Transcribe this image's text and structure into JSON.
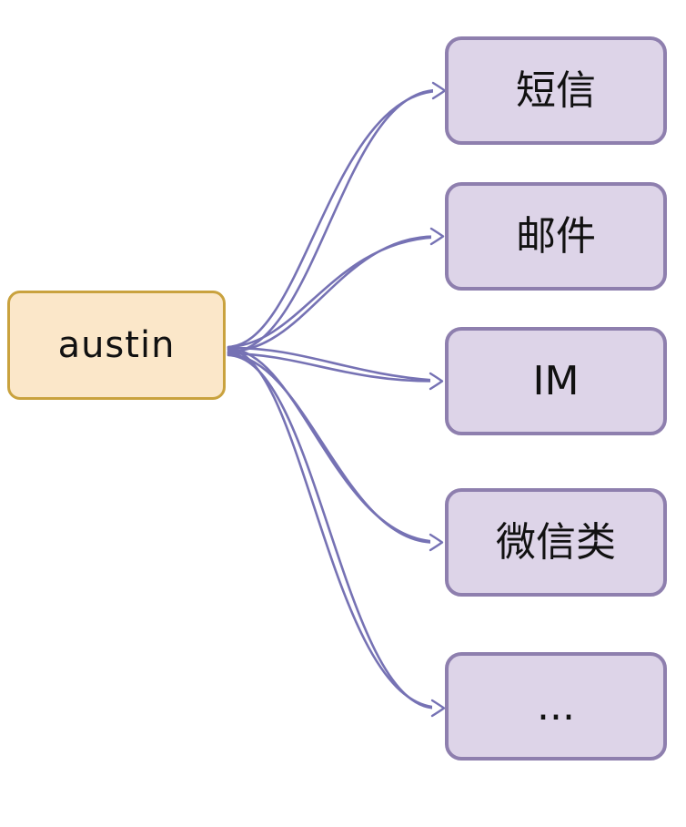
{
  "diagram": {
    "type": "mindmap",
    "root": {
      "label": "austin"
    },
    "children": [
      {
        "label": "短信"
      },
      {
        "label": "邮件"
      },
      {
        "label": "IM"
      },
      {
        "label": "微信类"
      },
      {
        "label": "..."
      }
    ],
    "colors": {
      "canvas_bg": "#ffffff",
      "root_fill": "#FBE7C9",
      "root_border": "#C9A23E",
      "child_fill": "#DDD4E8",
      "child_border": "#8E7FAE",
      "edge": "#7672B4",
      "text": "#111111"
    }
  }
}
